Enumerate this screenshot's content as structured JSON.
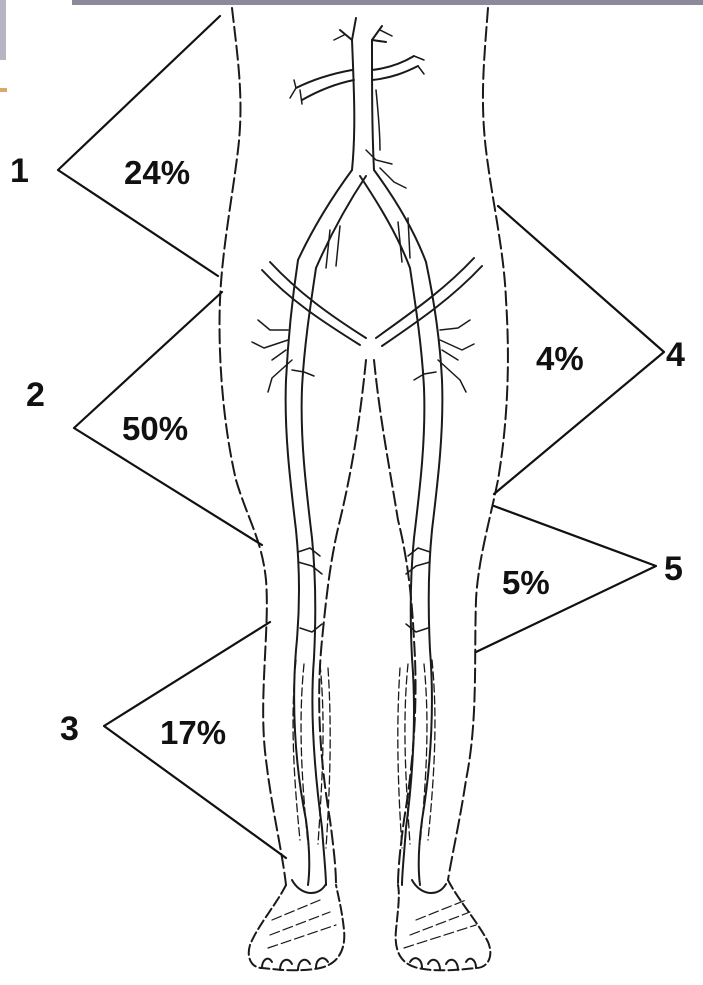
{
  "figure": {
    "regions": [
      {
        "number": "1",
        "percent": "24%"
      },
      {
        "number": "2",
        "percent": "50%"
      },
      {
        "number": "3",
        "percent": "17%"
      },
      {
        "number": "4",
        "percent": "4%"
      },
      {
        "number": "5",
        "percent": "5%"
      }
    ],
    "colors": {
      "line": "#1a1a1a",
      "background": "#ffffff",
      "top_bar": "#8a8a9a"
    }
  }
}
